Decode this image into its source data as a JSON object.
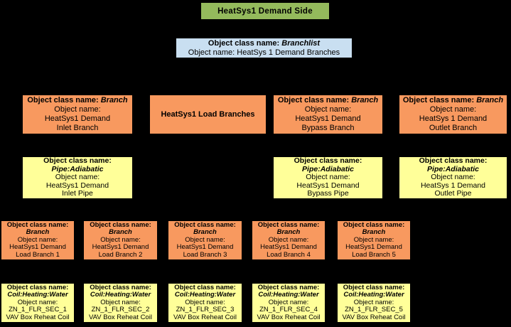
{
  "colors": {
    "background": "#000000",
    "green": "#94BA5C",
    "blue": "#C9DFF1",
    "orange": "#F8995F",
    "yellow": "#FFFF99",
    "text": "#000000"
  },
  "labels": {
    "class_label": "Object class name:",
    "object_label": "Object name:"
  },
  "title_box": {
    "text": "HeatSys1 Demand Side"
  },
  "branchlist_box": {
    "class_name": "Branchlist",
    "object_text": "Object name: HeatSys 1 Demand Branches"
  },
  "load_branches_box": {
    "text": "HeatSys1 Load Branches"
  },
  "top_branches": [
    {
      "class_name": "Branch",
      "name_line1": "HeatSys1 Demand",
      "name_line2": "Inlet Branch"
    },
    {
      "class_name": "Branch",
      "name_line1": "HeatSys1 Demand",
      "name_line2": "Bypass Branch"
    },
    {
      "class_name": "Branch",
      "name_line1": "HeatSys 1 Demand",
      "name_line2": "Outlet Branch"
    }
  ],
  "pipes": [
    {
      "class_name": "Pipe:Adiabatic",
      "name_line1": "HeatSys1 Demand",
      "name_line2": "Inlet Pipe"
    },
    {
      "class_name": "Pipe:Adiabatic",
      "name_line1": "HeatSys1 Demand",
      "name_line2": "Bypass Pipe"
    },
    {
      "class_name": "Pipe:Adiabatic",
      "name_line1": "HeatSys 1 Demand",
      "name_line2": "Outlet Pipe"
    }
  ],
  "load_branches": [
    {
      "class_name": "Branch",
      "name_line1": "HeatSys1 Demand",
      "name_line2": "Load Branch 1"
    },
    {
      "class_name": "Branch",
      "name_line1": "HeatSys1 Demand",
      "name_line2": "Load Branch 2"
    },
    {
      "class_name": "Branch",
      "name_line1": "HeatSys1 Demand",
      "name_line2": "Load Branch 3"
    },
    {
      "class_name": "Branch",
      "name_line1": "HeatSys1 Demand",
      "name_line2": "Load Branch 4"
    },
    {
      "class_name": "Branch",
      "name_line1": "HeatSys1 Demand",
      "name_line2": "Load Branch 5"
    }
  ],
  "coils": [
    {
      "class_name": "Coil:Heating:Water",
      "name_line1": "ZN_1_FLR_SEC_1",
      "name_line2": "VAV Box Reheat Coil"
    },
    {
      "class_name": "Coil:Heating:Water",
      "name_line1": "ZN_1_FLR_SEC_2",
      "name_line2": "VAV Box Reheat Coil"
    },
    {
      "class_name": "Coil:Heating:Water",
      "name_line1": "ZN_1_FLR_SEC_3",
      "name_line2": "VAV Box Reheat Coil"
    },
    {
      "class_name": "Coil:Heating:Water",
      "name_line1": "ZN_1_FLR_SEC_4",
      "name_line2": "VAV Box Reheat Coil"
    },
    {
      "class_name": "Coil:Heating:Water",
      "name_line1": "ZN_1_FLR_SEC_5",
      "name_line2": "VAV Box Reheat Coil"
    }
  ]
}
